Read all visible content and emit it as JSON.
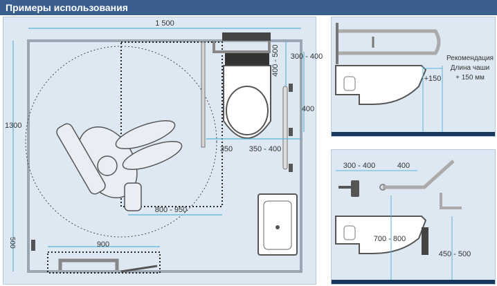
{
  "header": {
    "title": "Примеры использования"
  },
  "plan": {
    "width_dim": "1 500",
    "height_dim": "1300",
    "dim_350": "350",
    "dim_350_400": "350 - 400",
    "dim_300_400": "300 - 400",
    "dim_400_500": "400 - 500",
    "dim_400_right": "400",
    "dim_800_950": "800 - 950",
    "dim_900": "900",
    "dim_500_left": "500"
  },
  "side_view": {
    "dim_150": "+150",
    "note_line1": "Рекомендация",
    "note_line2": "Длина чаши",
    "note_line3": "+ 150 мм"
  },
  "front_view": {
    "dim_300_400": "300 - 400",
    "dim_400": "400",
    "dim_700_800": "700 - 800",
    "dim_450_500": "450 - 500"
  },
  "colors": {
    "header_bg": "#3a5f8f",
    "panel_bg": "#dde8f2",
    "dim_line": "#5ab4d8",
    "bottom_bar": "#17375e"
  }
}
